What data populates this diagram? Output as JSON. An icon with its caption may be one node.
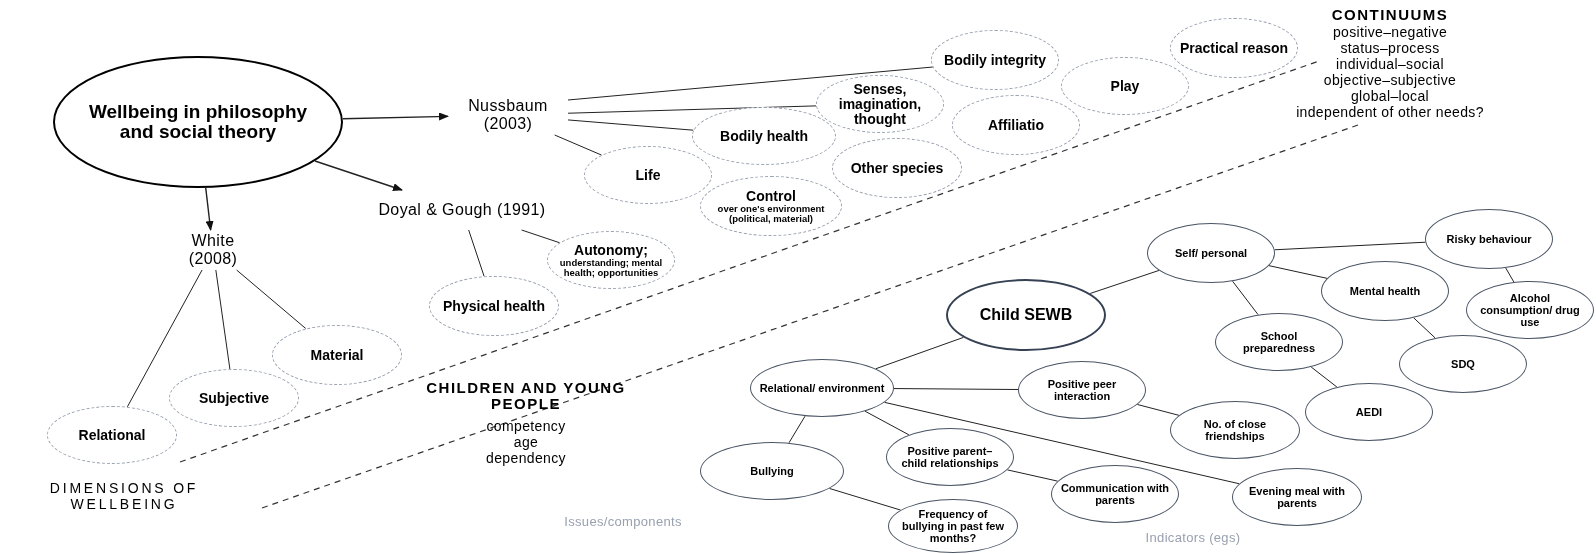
{
  "diagram": {
    "nodes": [
      {
        "text": [
          "Wellbeing in philosophy and social theory"
        ]
      },
      {
        "text": [
          "Nussbaum (2003)"
        ]
      },
      {
        "text": [
          "Doyal & Gough (1991)"
        ]
      },
      {
        "text": [
          "White (2008)"
        ]
      },
      {
        "text": [
          "Bodily integrity"
        ]
      },
      {
        "text": [
          "Practical reason"
        ]
      },
      {
        "text": [
          "Senses, imagination, thought"
        ]
      },
      {
        "text": [
          "Play"
        ]
      },
      {
        "text": [
          "Bodily health"
        ]
      },
      {
        "text": [
          "Affiliatio"
        ]
      },
      {
        "text": [
          "Life"
        ]
      },
      {
        "text": [
          "Other species"
        ]
      },
      {
        "text": [
          "Control",
          "over one's environment (political, material)"
        ]
      },
      {
        "text": [
          "Autonomy;",
          "understanding; mental health; opportunities"
        ]
      },
      {
        "text": [
          "Physical health"
        ]
      },
      {
        "text": [
          "Material"
        ]
      },
      {
        "text": [
          "Subjective"
        ]
      },
      {
        "text": [
          "Relational"
        ]
      },
      {
        "text": [
          "Child SEWB"
        ]
      },
      {
        "text": [
          "Self/ personal"
        ]
      },
      {
        "text": [
          "Risky behaviour"
        ]
      },
      {
        "text": [
          "Mental health"
        ]
      },
      {
        "text": [
          "Alcohol consumption/ drug use"
        ]
      },
      {
        "text": [
          "School preparedness"
        ]
      },
      {
        "text": [
          "SDQ"
        ]
      },
      {
        "text": [
          "Relational/ environment"
        ]
      },
      {
        "text": [
          "Positive peer interaction"
        ]
      },
      {
        "text": [
          "AEDI"
        ]
      },
      {
        "text": [
          "No. of close friendships"
        ]
      },
      {
        "text": [
          "Bullying"
        ]
      },
      {
        "text": [
          "Positive parent–child relationships"
        ]
      },
      {
        "text": [
          "Communication with parents"
        ]
      },
      {
        "text": [
          "Evening meal with parents"
        ]
      },
      {
        "text": [
          "Frequency of bullying in past few months?"
        ]
      }
    ],
    "edges": [
      {
        "from": 0,
        "to": 1,
        "arrow": "to"
      },
      {
        "from": 0,
        "to": 2,
        "arrow": "to"
      },
      {
        "from": 0,
        "to": 3,
        "arrow": "to"
      },
      {
        "from": 1,
        "to": 4,
        "arrow": "none"
      },
      {
        "from": 1,
        "to": 6,
        "arrow": "none"
      },
      {
        "from": 1,
        "to": 8,
        "arrow": "none"
      },
      {
        "from": 1,
        "to": 10,
        "arrow": "none"
      },
      {
        "from": 2,
        "to": 13,
        "arrow": "none"
      },
      {
        "from": 2,
        "to": 14,
        "arrow": "none"
      },
      {
        "from": 3,
        "to": 15,
        "arrow": "none"
      },
      {
        "from": 3,
        "to": 16,
        "arrow": "none"
      },
      {
        "from": 3,
        "to": 17,
        "arrow": "none"
      },
      {
        "from": 18,
        "to": 19,
        "arrow": "none"
      },
      {
        "from": 18,
        "to": 25,
        "arrow": "none"
      },
      {
        "from": 19,
        "to": 20,
        "arrow": "none"
      },
      {
        "from": 20,
        "to": 22,
        "arrow": "none"
      },
      {
        "from": 19,
        "to": 21,
        "arrow": "none"
      },
      {
        "from": 21,
        "to": 24,
        "arrow": "none"
      },
      {
        "from": 19,
        "to": 23,
        "arrow": "none"
      },
      {
        "from": 23,
        "to": 27,
        "arrow": "none"
      },
      {
        "from": 25,
        "to": 26,
        "arrow": "none"
      },
      {
        "from": 26,
        "to": 28,
        "arrow": "none"
      },
      {
        "from": 25,
        "to": 30,
        "arrow": "none"
      },
      {
        "from": 30,
        "to": 31,
        "arrow": "none"
      },
      {
        "from": 25,
        "to": 32,
        "arrow": "none"
      },
      {
        "from": 25,
        "to": 29,
        "arrow": "none"
      },
      {
        "from": 29,
        "to": 33,
        "arrow": "none"
      }
    ],
    "labels": [
      "CONTINUUMS",
      "positive–negative",
      "status–process",
      "individual–social",
      "objective–subjective",
      "global–local",
      "independent of other needs?",
      "CHILDREN AND YOUNG PEOPLE",
      "competency",
      "age",
      "dependency",
      "DIMENSIONS OF WELLBEING",
      "Issues/components",
      "Indicators (egs)"
    ]
  }
}
